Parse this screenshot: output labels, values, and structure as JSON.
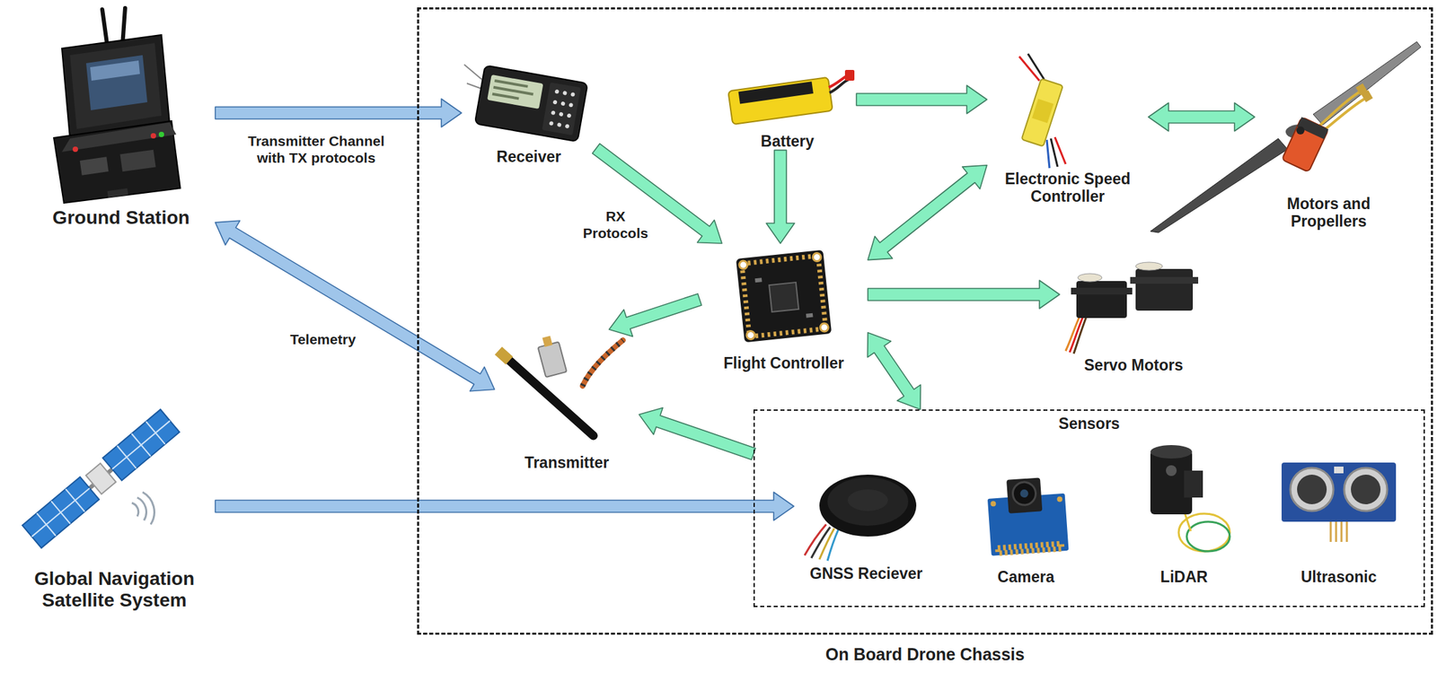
{
  "diagram": {
    "nodes": [
      {
        "text": [
          "Ground Station"
        ]
      },
      {
        "text": [
          "On Board Drone Chassis"
        ]
      },
      {
        "text": [
          "Receiver"
        ],
        "in": 1
      },
      {
        "text": [
          "Battery"
        ],
        "in": 1
      },
      {
        "text": [
          "Electronic Speed Controller"
        ],
        "in": 1
      },
      {
        "text": [
          "Motors and Propellers"
        ],
        "in": 1
      },
      {
        "text": [
          "Flight Controller"
        ],
        "in": 1
      },
      {
        "text": [
          "Servo Motors"
        ],
        "in": 1
      },
      {
        "text": [
          "Transmitter"
        ],
        "in": 1
      },
      {
        "text": [
          "Sensors"
        ],
        "in": 1
      },
      {
        "text": [
          "GNSS Reciever"
        ],
        "in": 9
      },
      {
        "text": [
          "Camera"
        ],
        "in": 9
      },
      {
        "text": [
          "LiDAR"
        ],
        "in": 9
      },
      {
        "text": [
          "Ultrasonic"
        ],
        "in": 9
      },
      {
        "text": [
          "Global Navigation Satellite System"
        ]
      }
    ],
    "edges": [
      {
        "from": 0,
        "to": 2,
        "arrow": "to",
        "label": "Transmitter Channel with TX protocols"
      },
      {
        "from": 2,
        "to": 6,
        "arrow": "to",
        "label": "RX Protocols"
      },
      {
        "from": 3,
        "to": 4,
        "arrow": "to"
      },
      {
        "from": 3,
        "to": 6,
        "arrow": "to"
      },
      {
        "from": 4,
        "to": 5,
        "arrow": "both"
      },
      {
        "from": 4,
        "to": 6,
        "arrow": "both"
      },
      {
        "from": 6,
        "to": 8,
        "arrow": "to"
      },
      {
        "from": 6,
        "to": 7,
        "arrow": "to"
      },
      {
        "from": 6,
        "to": 9,
        "arrow": "both"
      },
      {
        "from": 9,
        "to": 8,
        "arrow": "to"
      },
      {
        "from": 0,
        "to": 8,
        "arrow": "both",
        "label": "Telemetry"
      },
      {
        "from": 14,
        "to": 10,
        "arrow": "to"
      }
    ]
  }
}
